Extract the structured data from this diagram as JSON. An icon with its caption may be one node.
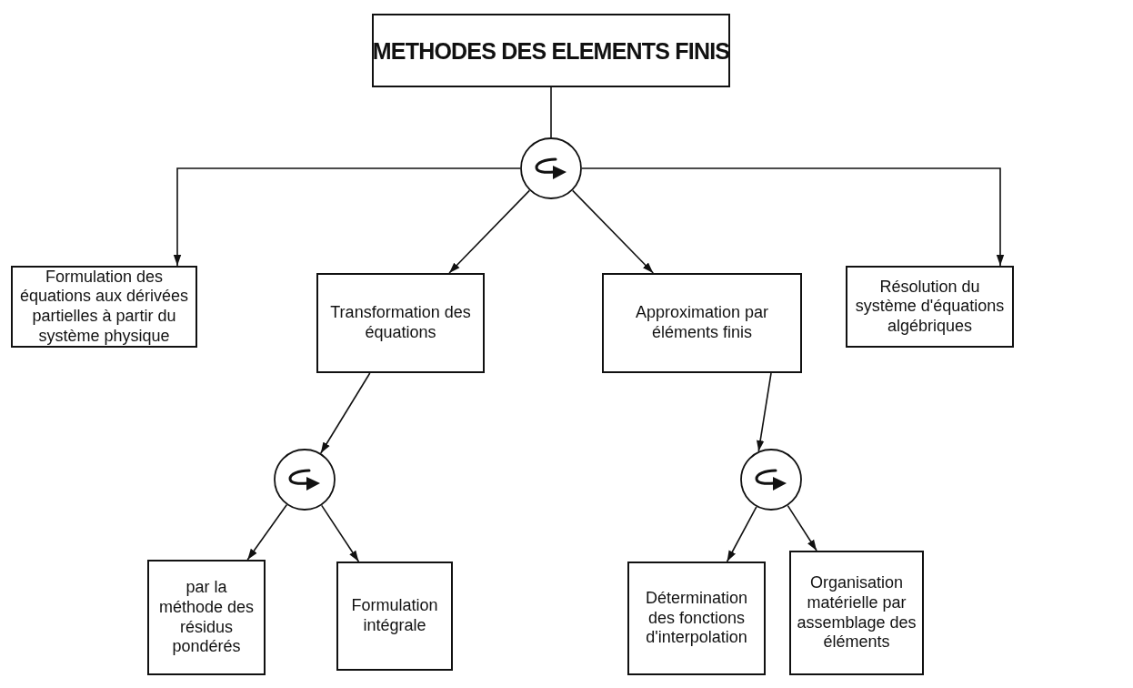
{
  "diagram": {
    "nodes": [
      {
        "text": [
          "METHODES DES ELEMENTS FINIS"
        ]
      },
      {
        "text": [],
        "shape": "circle"
      },
      {
        "text": [
          "Formulation des équations aux dérivées partielles à partir du système physique"
        ]
      },
      {
        "text": [
          "Transformation des équations"
        ]
      },
      {
        "text": [
          "Approximation par éléments finis"
        ]
      },
      {
        "text": [
          "Résolution du système d'équations algébriques"
        ]
      },
      {
        "text": [],
        "shape": "circle"
      },
      {
        "text": [],
        "shape": "circle"
      },
      {
        "text": [
          "par la méthode des résidus pondérés"
        ]
      },
      {
        "text": [
          "Formulation intégrale"
        ]
      },
      {
        "text": [
          "Détermination des fonctions d'interpolation"
        ]
      },
      {
        "text": [
          "Organisation matérielle par assemblage des éléments"
        ]
      }
    ],
    "edges": [
      {
        "from": 0,
        "to": 1,
        "arrow": "none"
      },
      {
        "from": 1,
        "to": 2,
        "arrow": "to"
      },
      {
        "from": 1,
        "to": 3,
        "arrow": "to"
      },
      {
        "from": 1,
        "to": 4,
        "arrow": "to"
      },
      {
        "from": 1,
        "to": 5,
        "arrow": "to"
      },
      {
        "from": 3,
        "to": 6,
        "arrow": "to"
      },
      {
        "from": 6,
        "to": 8,
        "arrow": "to"
      },
      {
        "from": 6,
        "to": 9,
        "arrow": "to"
      },
      {
        "from": 4,
        "to": 7,
        "arrow": "to"
      },
      {
        "from": 7,
        "to": 10,
        "arrow": "to"
      },
      {
        "from": 7,
        "to": 11,
        "arrow": "to"
      }
    ]
  }
}
